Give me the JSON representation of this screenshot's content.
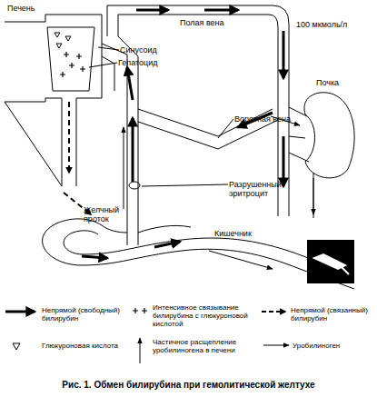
{
  "diagram": {
    "caption": "Рис. 1. Обмен билирубина при гемолитической желтухе",
    "labels": [
      "Печень",
      "Синусоид",
      "Гепатоцид",
      "Полая вена",
      "100 мкмоль/л",
      "Почка",
      "Воротная вена",
      "Желчный проток",
      "Разрушенный эритроцит",
      "Кишечник"
    ],
    "legend": [
      {
        "text": "Непрямой (свободный) билирубин"
      },
      {
        "text": "Интенсивное связывание билирубина с глюкуроновой кислотой"
      },
      {
        "text": "Непрямой (связанный) билирубин"
      },
      {
        "text": "Глюкуроновая кислота"
      },
      {
        "text": "Частичное расщепление уробилиногена в печени"
      },
      {
        "text": "Уробилиноген"
      }
    ]
  }
}
